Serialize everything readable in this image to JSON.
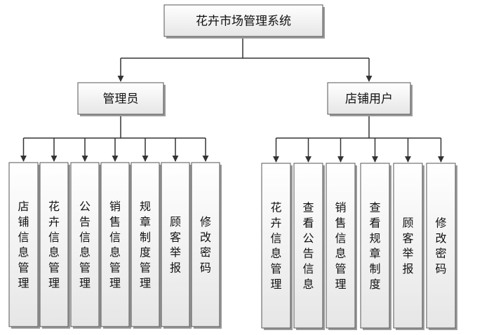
{
  "root": {
    "label": "花卉市场管理系统"
  },
  "groups": [
    {
      "label": "管理员",
      "children": [
        "店铺信息管理",
        "花卉信息管理",
        "公告信息管理",
        "销售信息管理",
        "规章制度管理",
        "顾客举报",
        "修改密码"
      ]
    },
    {
      "label": "店铺用户",
      "children": [
        "花卉信息管理",
        "查看公告信息",
        "销售信息管理",
        "查看规章制度",
        "顾客举报",
        "修改密码"
      ]
    }
  ],
  "colors": {
    "box_fill_top": "#ffffff",
    "box_fill_bottom": "#e6e6e6",
    "border": "#555555",
    "line": "#333333",
    "shadow": "#9a9a9a"
  }
}
